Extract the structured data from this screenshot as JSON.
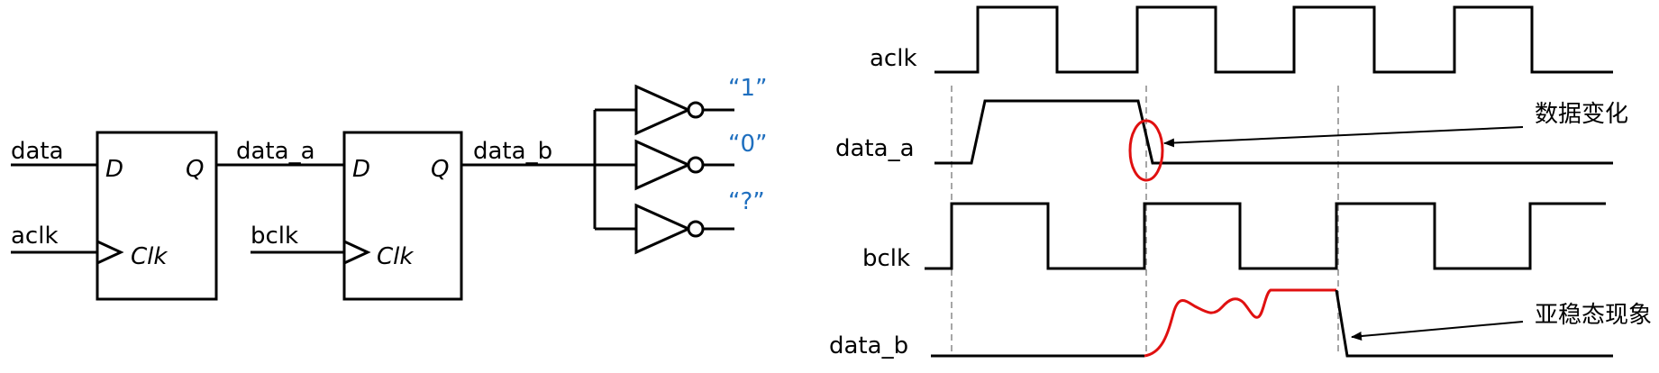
{
  "circuit": {
    "input_data": "data",
    "input_aclk": "aclk",
    "input_bclk": "bclk",
    "ff1": {
      "d": "D",
      "q": "Q",
      "clk": "Clk"
    },
    "ff2": {
      "d": "D",
      "q": "Q",
      "clk": "Clk"
    },
    "wire_a": "data_a",
    "wire_b": "data_b",
    "outputs": [
      "“1”",
      "“0”",
      "“?”"
    ]
  },
  "timing": {
    "signals": [
      "aclk",
      "data_a",
      "bclk",
      "data_b"
    ],
    "annotation_change": "数据变化",
    "annotation_meta": "亚稳态现象"
  },
  "colors": {
    "output_text": "#1f6fbf",
    "highlight": "#e01010"
  }
}
